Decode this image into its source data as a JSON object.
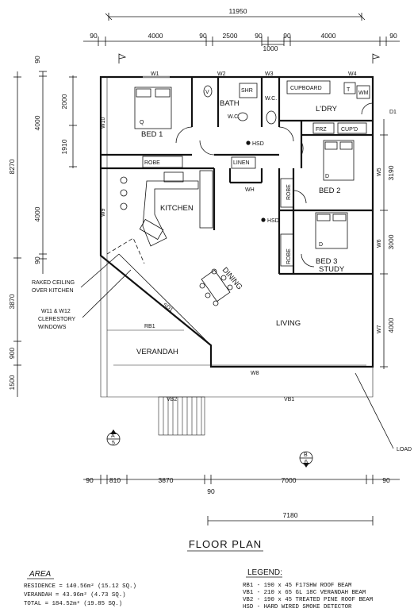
{
  "title": "FLOOR PLAN",
  "dimensions": {
    "top_overall": "11950",
    "top_segments": [
      "90",
      "4000",
      "90",
      "2500",
      "90",
      "1000",
      "90",
      "4000",
      "90"
    ],
    "left_overall": "8270",
    "left_upper": [
      "90",
      "4000",
      "90"
    ],
    "left_sub": [
      "2000",
      "1910"
    ],
    "left_lower": [
      "3870",
      "900",
      "1500"
    ],
    "right_segments": [
      "3190",
      "3000",
      "4000"
    ],
    "bottom_segments": [
      "90",
      "810",
      "3870",
      "7000",
      "90"
    ],
    "bottom_mid": "90",
    "bottom_overall": "7180"
  },
  "rooms": {
    "bed1": "BED 1",
    "bath": "BATH",
    "wc_bath": "W.C.",
    "shr": "SHR",
    "v": "V",
    "wc": "W.C.",
    "cupboard": "CUPBOARD",
    "t": "T",
    "wm": "WM",
    "ldry": "L'DRY",
    "frz": "FRZ",
    "cupd": "CUP'D",
    "kitchen": "KITCHEN",
    "robe1": "ROBE",
    "linen": "LINEN",
    "wh": "WH",
    "robe2": "ROBE",
    "bed2": "BED 2",
    "robe3": "ROBE",
    "bed3": "BED 3",
    "study": "STUDY",
    "dining": "DINING",
    "living": "LIVING",
    "verandah": "VERANDAH",
    "q": "Q",
    "d1": "D",
    "d2": "D"
  },
  "labels": {
    "hsd1": "HSD",
    "hsd2": "HSD",
    "d1_door": "D1",
    "rb1": "RB1",
    "vb1": "VB1",
    "vb2": "VB2",
    "sd1": "SD1",
    "load": "LOAD",
    "raked_1": "RAKED CEILING",
    "raked_2": "OVER KITCHEN",
    "clere_1": "W11 & W12",
    "clere_2": "CLERESTORY",
    "clere_3": "WINDOWS",
    "sec_a_letter": "A",
    "sec_a_num": "5",
    "sec_b_letter": "B",
    "sec_b_num": "6"
  },
  "windows": {
    "w1": "W1",
    "w2": "W2",
    "w3": "W3",
    "w4": "W4",
    "w5": "W5",
    "w6": "W6",
    "w7": "W7",
    "w8": "W8",
    "w9": "W9",
    "w10": "W10"
  },
  "area": {
    "heading": "AREA",
    "residence": "RESIDENCE = 140.56m² (15.12 SQ.)",
    "verandah": "VERANDAH = 43.96m² (4.73 SQ.)",
    "total": "TOTAL = 184.52m² (19.85 SQ.)"
  },
  "legend": {
    "heading": "LEGEND:",
    "items": [
      "RB1 - 190 x 45 F17SHW ROOF BEAM",
      "VB1 - 210 x 65 GL 18C VERANDAH BEAM",
      "VB2 - 190 x 45 TREATED PINE ROOF BEAM",
      "HSD - HARD WIRED SMOKE DETECTOR"
    ]
  }
}
